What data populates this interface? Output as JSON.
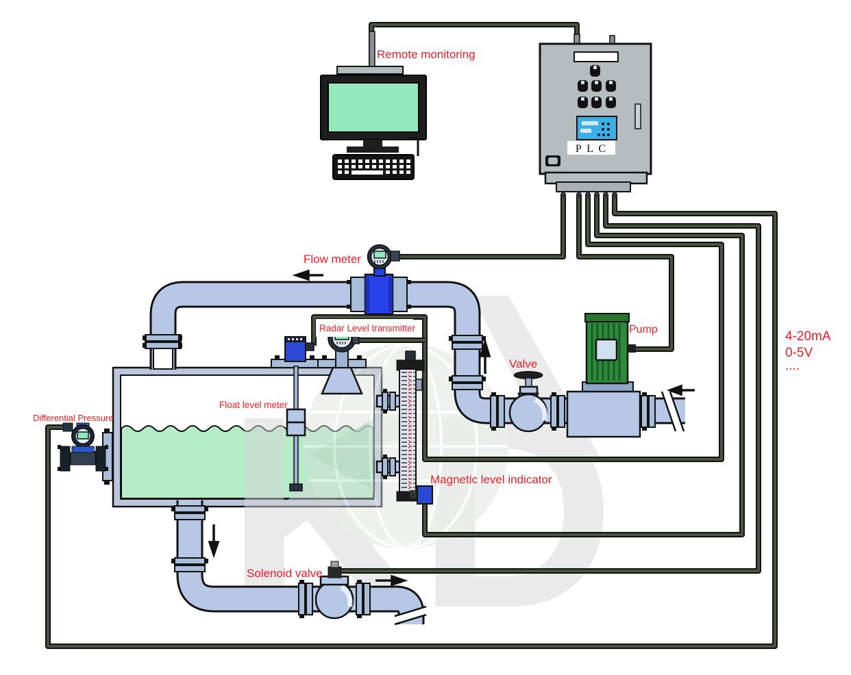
{
  "labels": {
    "remote_monitoring": "Remote monitoring",
    "flow_meter": "Flow meter",
    "radar_level_transmitter": "Radar Level transmitter",
    "pump": "Pump",
    "valve": "Valve",
    "float_level_meter": "Float level meter",
    "differential_pressure": "Differential Pressure",
    "magnetic_level_indicator": "Magnetic level indicator",
    "solenoid_valve": "Solenoid valve"
  },
  "plc_label": "P L C",
  "signal_labels": [
    "4-20mA",
    "0-5V",
    "...."
  ],
  "watermark": "KD",
  "colors": {
    "label_red": "#ec1c24",
    "pipe": "#b7c8e6",
    "flange": "#a9bdd9",
    "flow_meter_blue": "#2742e8",
    "device_blue": "#2b49d4",
    "liquid": "#b4ecc8",
    "screen_green": "#93e9bb",
    "lcd_green": "#8fe8c0",
    "motor_green": "#2f8b3c",
    "wire": "#4a5240",
    "plc_screen_blue": "#38b0e8",
    "cabinet_gray": "#b6bdc1",
    "watermark_gray": "#d6d6d6"
  }
}
